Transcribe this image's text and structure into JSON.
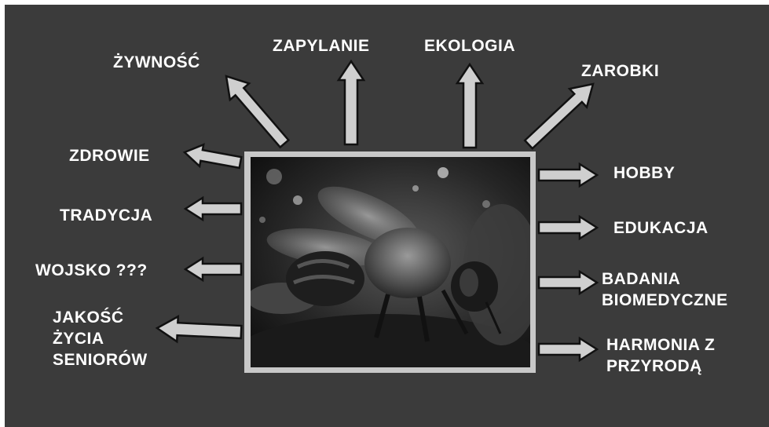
{
  "center_image": {
    "description_icon": "bee-photo-icon"
  },
  "labels": {
    "zywnosc": "ŻYWNOŚĆ",
    "zapylanie": "ZAPYLANIE",
    "ekologia": "EKOLOGIA",
    "zarobki": "ZAROBKI",
    "zdrowie": "ZDROWIE",
    "tradycja": "TRADYCJA",
    "wojsko": "WOJSKO ???",
    "jakosc_1": "JAKOŚĆ",
    "jakosc_2": "ŻYCIA",
    "jakosc_3": "SENIORÓW",
    "hobby": "HOBBY",
    "edukacja": "EDUKACJA",
    "badania_1": "BADANIA",
    "badania_2": "BIOMEDYCZNE",
    "harmonia_1": "HARMONIA Z",
    "harmonia_2": "PRZYRODĄ"
  },
  "colors": {
    "background": "#3b3b3b",
    "arrow": "#cfcfcf",
    "text": "#ffffff"
  }
}
